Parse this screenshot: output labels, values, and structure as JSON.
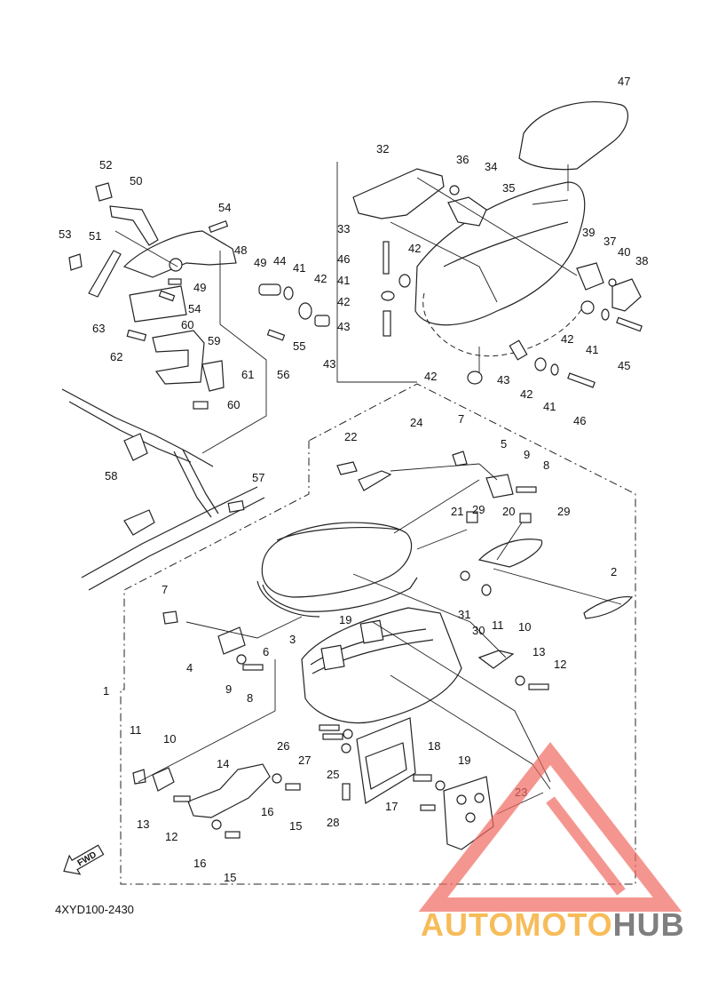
{
  "diagram": {
    "reference_code": "4XYD100-2430",
    "fwd_label": "FWD",
    "watermark": {
      "text_a": "AUTOMOTO",
      "text_b": "HUB",
      "color_a": "#f5a623",
      "color_b": "#555555",
      "triangle_color": "#f06a60"
    }
  },
  "callouts": [
    {
      "id": "47",
      "text": "47"
    },
    {
      "id": "32",
      "text": "32"
    },
    {
      "id": "36",
      "text": "36"
    },
    {
      "id": "34",
      "text": "34"
    },
    {
      "id": "35",
      "text": "35"
    },
    {
      "id": "33",
      "text": "33"
    },
    {
      "id": "39",
      "text": "39"
    },
    {
      "id": "37",
      "text": "37"
    },
    {
      "id": "40",
      "text": "40"
    },
    {
      "id": "38",
      "text": "38"
    },
    {
      "id": "42a",
      "text": "42"
    },
    {
      "id": "46a",
      "text": "46"
    },
    {
      "id": "41a",
      "text": "41"
    },
    {
      "id": "42b",
      "text": "42"
    },
    {
      "id": "43a",
      "text": "43"
    },
    {
      "id": "42c",
      "text": "42"
    },
    {
      "id": "41b",
      "text": "41"
    },
    {
      "id": "45",
      "text": "45"
    },
    {
      "id": "42d",
      "text": "42"
    },
    {
      "id": "43b",
      "text": "43"
    },
    {
      "id": "42e",
      "text": "42"
    },
    {
      "id": "41c",
      "text": "41"
    },
    {
      "id": "46b",
      "text": "46"
    },
    {
      "id": "52",
      "text": "52"
    },
    {
      "id": "50",
      "text": "50"
    },
    {
      "id": "54a",
      "text": "54"
    },
    {
      "id": "53",
      "text": "53"
    },
    {
      "id": "51",
      "text": "51"
    },
    {
      "id": "48",
      "text": "48"
    },
    {
      "id": "49a",
      "text": "49"
    },
    {
      "id": "44",
      "text": "44"
    },
    {
      "id": "41d",
      "text": "41"
    },
    {
      "id": "42f",
      "text": "42"
    },
    {
      "id": "49b",
      "text": "49"
    },
    {
      "id": "54b",
      "text": "54"
    },
    {
      "id": "60a",
      "text": "60"
    },
    {
      "id": "55",
      "text": "55"
    },
    {
      "id": "43c",
      "text": "43"
    },
    {
      "id": "63",
      "text": "63"
    },
    {
      "id": "59",
      "text": "59"
    },
    {
      "id": "62",
      "text": "62"
    },
    {
      "id": "56",
      "text": "56"
    },
    {
      "id": "61",
      "text": "61"
    },
    {
      "id": "60b",
      "text": "60"
    },
    {
      "id": "58",
      "text": "58"
    },
    {
      "id": "57",
      "text": "57"
    },
    {
      "id": "22",
      "text": "22"
    },
    {
      "id": "24",
      "text": "24"
    },
    {
      "id": "7a",
      "text": "7"
    },
    {
      "id": "5",
      "text": "5"
    },
    {
      "id": "9a",
      "text": "9"
    },
    {
      "id": "8a",
      "text": "8"
    },
    {
      "id": "21",
      "text": "21"
    },
    {
      "id": "29a",
      "text": "29"
    },
    {
      "id": "20",
      "text": "20"
    },
    {
      "id": "29b",
      "text": "29"
    },
    {
      "id": "2",
      "text": "2"
    },
    {
      "id": "7b",
      "text": "7"
    },
    {
      "id": "31",
      "text": "31"
    },
    {
      "id": "30",
      "text": "30"
    },
    {
      "id": "19a",
      "text": "19"
    },
    {
      "id": "3",
      "text": "3"
    },
    {
      "id": "6",
      "text": "6"
    },
    {
      "id": "11a",
      "text": "11"
    },
    {
      "id": "10a",
      "text": "10"
    },
    {
      "id": "4",
      "text": "4"
    },
    {
      "id": "13a",
      "text": "13"
    },
    {
      "id": "12a",
      "text": "12"
    },
    {
      "id": "9b",
      "text": "9"
    },
    {
      "id": "8b",
      "text": "8"
    },
    {
      "id": "1",
      "text": "1"
    },
    {
      "id": "11b",
      "text": "11"
    },
    {
      "id": "10b",
      "text": "10"
    },
    {
      "id": "14",
      "text": "14"
    },
    {
      "id": "26",
      "text": "26"
    },
    {
      "id": "27",
      "text": "27"
    },
    {
      "id": "18",
      "text": "18"
    },
    {
      "id": "19b",
      "text": "19"
    },
    {
      "id": "25",
      "text": "25"
    },
    {
      "id": "23",
      "text": "23"
    },
    {
      "id": "16a",
      "text": "16"
    },
    {
      "id": "15a",
      "text": "15"
    },
    {
      "id": "13b",
      "text": "13"
    },
    {
      "id": "12b",
      "text": "12"
    },
    {
      "id": "28",
      "text": "28"
    },
    {
      "id": "17",
      "text": "17"
    },
    {
      "id": "16b",
      "text": "16"
    },
    {
      "id": "15b",
      "text": "15"
    }
  ]
}
